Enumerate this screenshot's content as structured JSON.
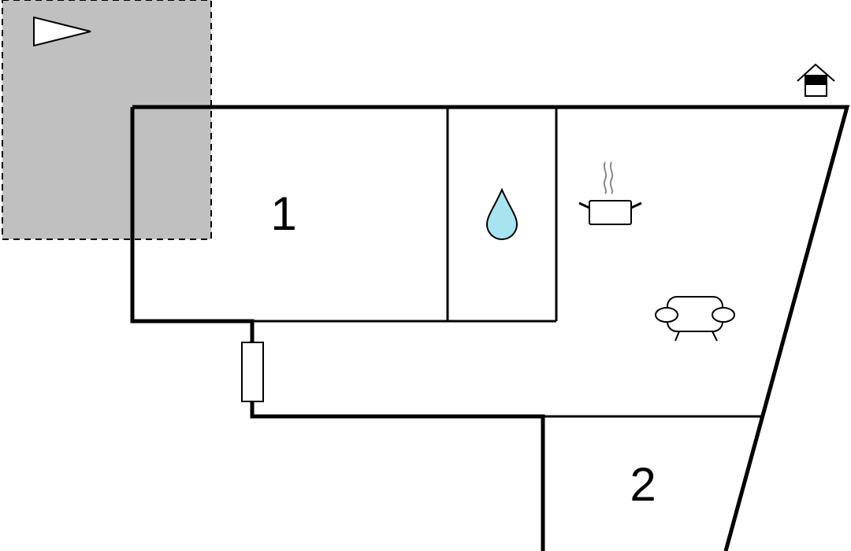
{
  "floorplan": {
    "rooms": [
      {
        "id": "bedroom-1",
        "label": "1"
      },
      {
        "id": "bedroom-2",
        "label": "2"
      }
    ],
    "icons": {
      "compass": "compass-arrow-icon",
      "bathroom": "water-drop-icon",
      "kitchen": "cooking-pot-icon",
      "living": "sofa-icon",
      "entrance": "house-entrance-icon",
      "door": "door-icon"
    },
    "colors": {
      "terrace": "#c0c0c0",
      "water": "#a8e4f0",
      "wall": "#000000",
      "steam": "#8a8a8a"
    }
  }
}
